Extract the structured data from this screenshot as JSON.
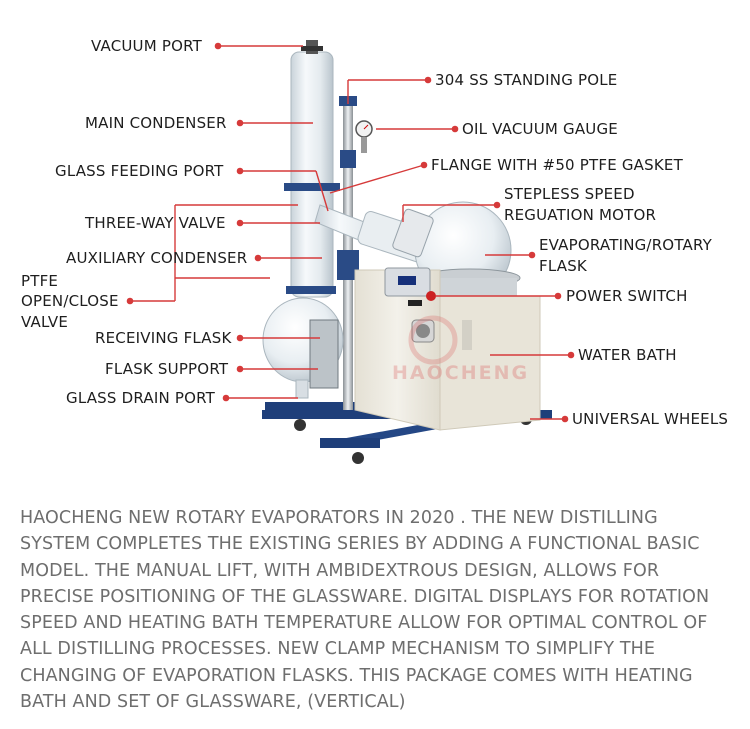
{
  "labels": {
    "vacuum_port": "VACUUM PORT",
    "main_condenser": "MAIN CONDENSER",
    "glass_feeding_port": "GLASS FEEDING PORT",
    "three_way_valve": "THREE-WAY VALVE",
    "auxiliary_condenser": "AUXILIARY CONDENSER",
    "ptfe_valve_1": "PTFE",
    "ptfe_valve_2": "OPEN/CLOSE",
    "ptfe_valve_3": "VALVE",
    "receiving_flask": "RECEIVING FLASK",
    "flask_support": "FLASK SUPPORT",
    "glass_drain_port": "GLASS DRAIN PORT",
    "standing_pole": "304 SS STANDING POLE",
    "oil_vacuum_gauge": "OIL VACUUM GAUGE",
    "flange_gasket": "FLANGE WITH #50 PTFE GASKET",
    "motor_1": "STEPLESS SPEED",
    "motor_2": "REGUATION MOTOR",
    "rotary_flask_1": "EVAPORATING/ROTARY",
    "rotary_flask_2": "FLASK",
    "power_switch": "POWER SWITCH",
    "water_bath": "WATER BATH",
    "universal_wheels": "UNIVERSAL WHEELS"
  },
  "watermark": "HAOCHENG",
  "description": "HAOCHENG NEW ROTARY EVAPORATORS IN 2020 . THE  NEW DISTILLING SYSTEM COMPLETES THE EXISTING SERIES BY ADDING A FUNCTIONAL BASIC MODEL. THE MANUAL LIFT, WITH AMBIDEXTROUS DESIGN, ALLOWS FOR PRECISE POSITIONING OF THE GLASSWARE. DIGITAL DISPLAYS FOR ROTATION SPEED AND HEATING BATH TEMPERATURE ALLOW FOR OPTIMAL CONTROL OF ALL DISTILLING PROCESSES. NEW CLAMP MECHANISM TO SIMPLIFY THE CHANGING OF EVAPORATION FLASKS. THIS PACKAGE COMES WITH HEATING BATH AND SET OF GLASSWARE, (VERTICAL)",
  "colors": {
    "leader_line": "#d63a3a",
    "label_text": "#1e1e1e",
    "description_text": "#6e6e6e",
    "frame": "#1f3f7a",
    "cabinet": "#efece2"
  }
}
